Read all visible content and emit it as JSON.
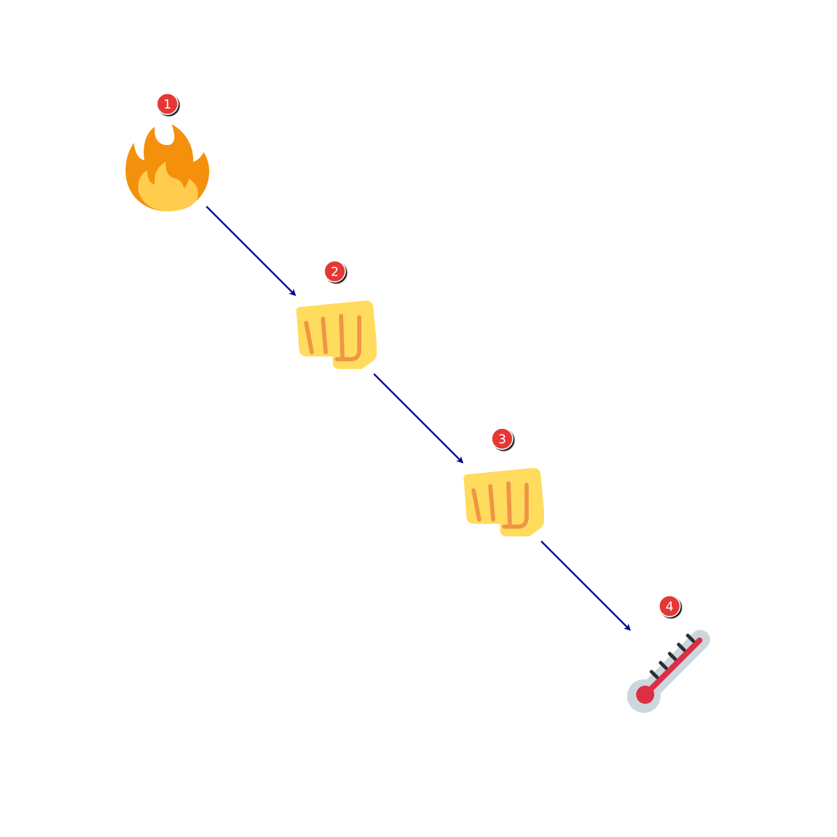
{
  "diagram": {
    "background": "#ffffff",
    "arrow_color": "#00008b",
    "badge_color": "#e53935",
    "steps": [
      {
        "number": "1",
        "icon": "fire-icon"
      },
      {
        "number": "2",
        "icon": "oncoming-fist-icon"
      },
      {
        "number": "3",
        "icon": "oncoming-fist-icon"
      },
      {
        "number": "4",
        "icon": "thermometer-icon"
      }
    ]
  }
}
